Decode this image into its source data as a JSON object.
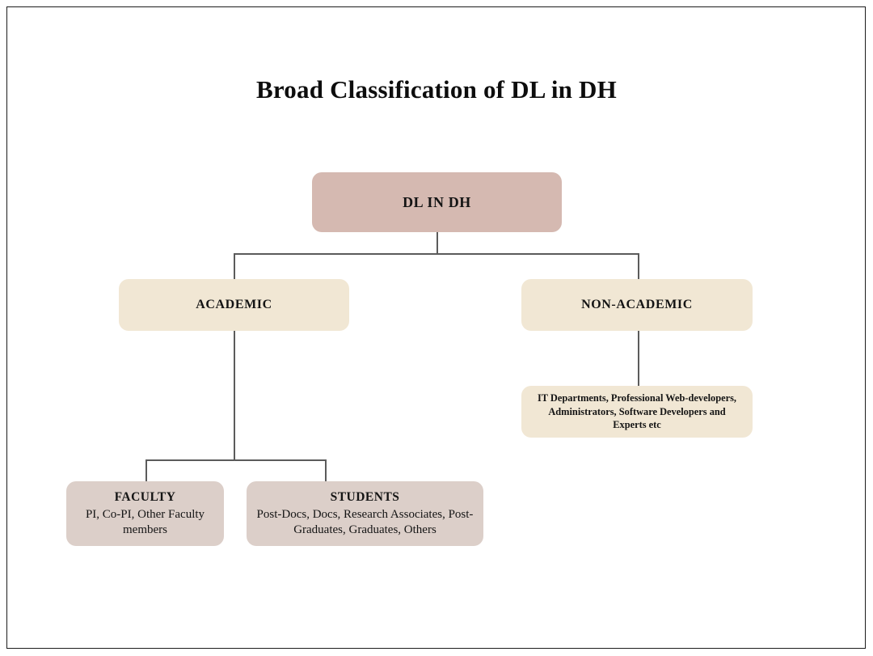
{
  "slide": {
    "title": "Broad Classification of DL in DH",
    "background": "#ffffff",
    "border_color": "#1c1c1c"
  },
  "palette": {
    "root_box": "#d5b9b1",
    "level2_box": "#f1e7d4",
    "leaf_box": "#dccfc9",
    "connector": "#5b5b5b",
    "text": "#141414"
  },
  "diagram": {
    "type": "tree",
    "root": {
      "id": "dl-in-dh",
      "label": "DL IN DH"
    },
    "nodes": [
      {
        "id": "academic",
        "label": "ACADEMIC",
        "parent": "dl-in-dh"
      },
      {
        "id": "non-academic",
        "label": "NON-ACADEMIC",
        "parent": "dl-in-dh"
      },
      {
        "id": "non-academic-detail",
        "label": "IT Departments, Professional Web-developers, Administrators, Software Developers and Experts etc",
        "parent": "non-academic"
      },
      {
        "id": "faculty",
        "label": "FACULTY",
        "detail": "PI, Co-PI, Other Faculty members",
        "parent": "academic"
      },
      {
        "id": "students",
        "label": "STUDENTS",
        "detail": "Post-Docs, Docs, Research Associates, Post-Graduates, Graduates, Others",
        "parent": "academic"
      }
    ]
  }
}
